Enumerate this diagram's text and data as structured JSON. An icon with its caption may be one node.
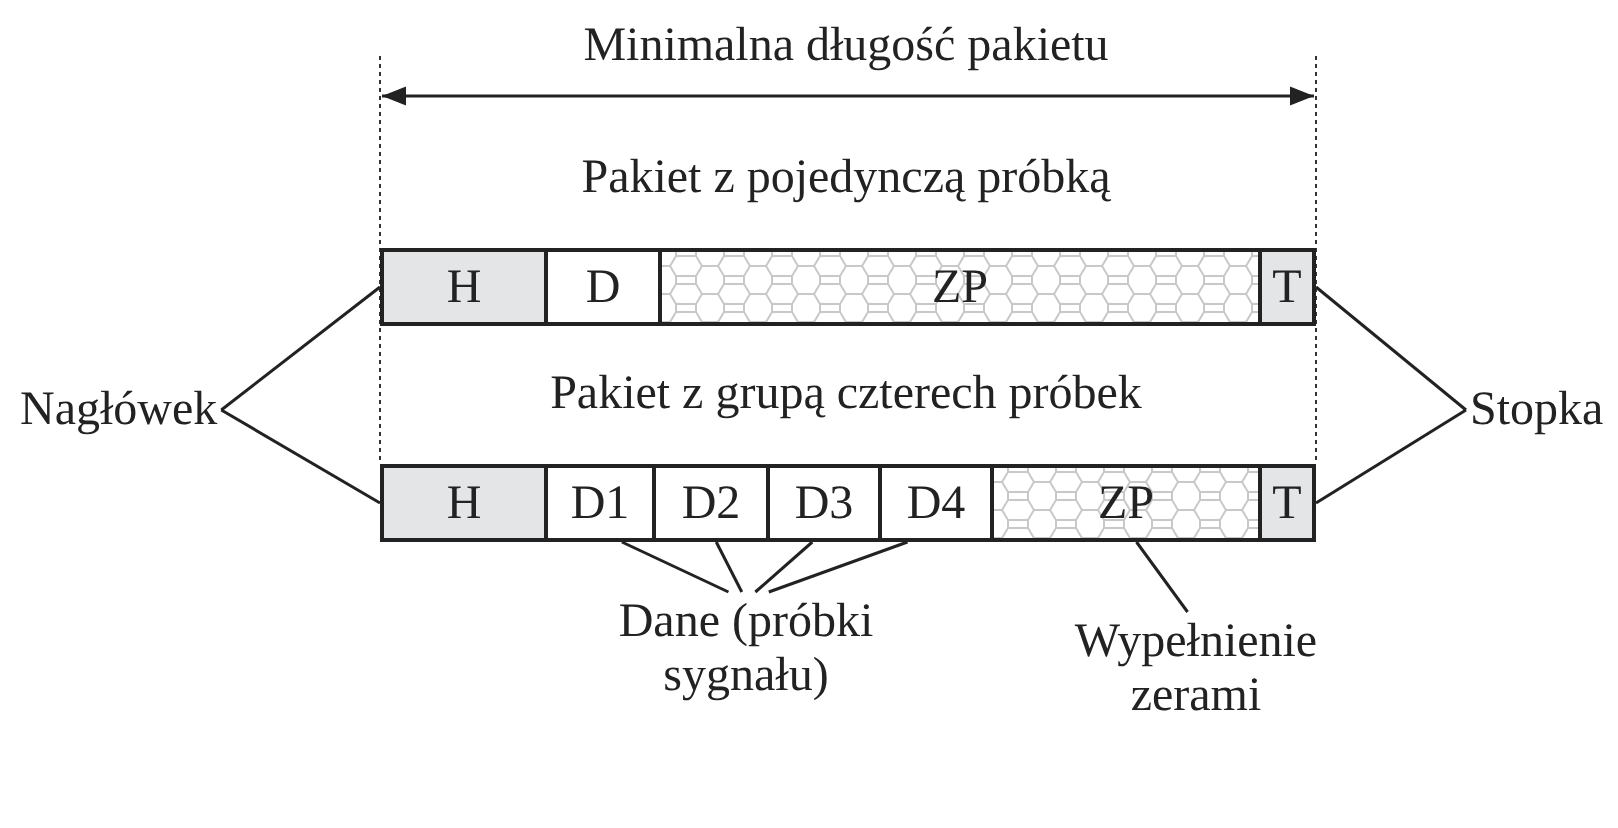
{
  "diagram": {
    "nodes": [
      {
        "text": [
          "H"
        ]
      },
      {
        "text": [
          "D"
        ]
      },
      {
        "text": [
          "ZP"
        ]
      },
      {
        "text": [
          "T"
        ]
      },
      {
        "text": [
          "H"
        ]
      },
      {
        "text": [
          "D1"
        ]
      },
      {
        "text": [
          "D2"
        ]
      },
      {
        "text": [
          "D3"
        ]
      },
      {
        "text": [
          "D4"
        ]
      },
      {
        "text": [
          "ZP"
        ]
      },
      {
        "text": [
          "T"
        ]
      },
      {
        "text": [
          "Nagłówek"
        ]
      },
      {
        "text": [
          "Stopka"
        ]
      },
      {
        "text": [
          "Dane (próbki sygnału)"
        ]
      },
      {
        "text": [
          "Wypełnienie zerami"
        ]
      }
    ],
    "edges": [
      {
        "from": 11,
        "to": 0,
        "arrow": "none"
      },
      {
        "from": 11,
        "to": 4,
        "arrow": "none"
      },
      {
        "from": 12,
        "to": 3,
        "arrow": "none"
      },
      {
        "from": 12,
        "to": 10,
        "arrow": "none"
      },
      {
        "from": 13,
        "to": 5,
        "arrow": "none"
      },
      {
        "from": 13,
        "to": 6,
        "arrow": "none"
      },
      {
        "from": 13,
        "to": 7,
        "arrow": "none"
      },
      {
        "from": 13,
        "to": 8,
        "arrow": "none"
      },
      {
        "from": 14,
        "to": 9,
        "arrow": "none"
      }
    ],
    "labels": [
      "Minimalna długość pakietu",
      "Pakiet z pojedynczą próbką",
      "Pakiet z grupą czterech próbek"
    ]
  }
}
